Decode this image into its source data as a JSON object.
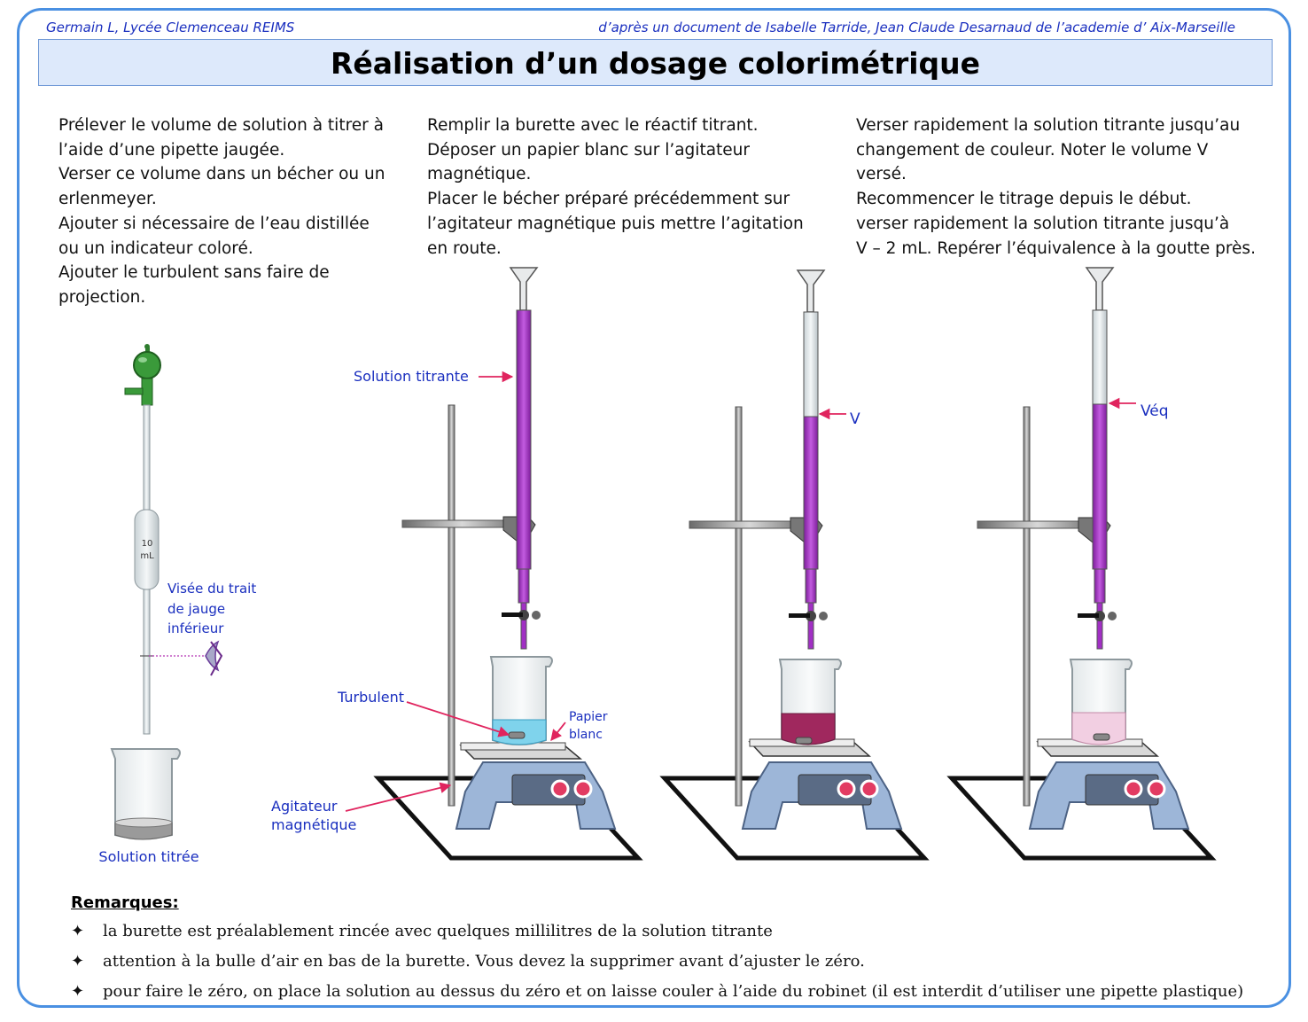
{
  "header": {
    "left": "Germain L, Lycée Clemenceau REIMS",
    "right": "d’après un document de Isabelle Tarride, Jean Claude Desarnaud de l’academie d’ Aix-Marseille",
    "title": "Réalisation d’un dosage colorimétrique"
  },
  "steps": [
    {
      "lines": [
        "Prélever le volume de solution à titrer à",
        "l’aide d’une pipette jaugée.",
        "Verser ce volume dans un bécher ou un",
        "erlenmeyer.",
        "Ajouter si nécessaire de l’eau distillée",
        "ou un indicateur coloré.",
        "Ajouter le turbulent sans faire de",
        "projection."
      ]
    },
    {
      "lines": [
        "Remplir la burette avec le réactif titrant.",
        "Déposer un papier blanc sur l’agitateur",
        "magnétique.",
        "Placer le bécher préparé précédemment sur",
        "l’agitateur magnétique puis mettre l’agitation",
        "en route."
      ]
    },
    {
      "lines": [
        "Verser rapidement la solution titrante jusqu’au",
        "changement de couleur. Noter le volume V",
        "versé.",
        "Recommencer le titrage depuis le début.",
        "verser rapidement la solution titrante jusqu’à",
        "V – 2 mL. Repérer l’équivalence à la goutte près."
      ]
    }
  ],
  "labels": {
    "pipette_volume_1": "10",
    "pipette_volume_2": "mL",
    "visee_1": "Visée du trait",
    "visee_2": "de jauge",
    "visee_3": "inférieur",
    "solution_titree": "Solution titrée",
    "solution_titrante": "Solution titrante",
    "turbulent": "Turbulent",
    "papier_1": "Papier",
    "papier_2": "blanc",
    "agitateur_1": "Agitateur",
    "agitateur_2": "magnétique",
    "v": "V",
    "veq": "Véq"
  },
  "remarks": {
    "title": "Remarques",
    "colon": ":",
    "bullet": "✦",
    "items": [
      "la burette est préalablement rincée avec quelques millilitres de la solution titrante",
      "attention à la bulle d’air  en bas de la burette.  Vous devez la supprimer avant d’ajuster le zéro.",
      "pour faire le zéro, on place la solution au dessus du zéro et on laisse couler à l’aide du robinet (il est interdit d’utiliser une pipette plastique)"
    ]
  },
  "colors": {
    "frame": "#4a90e2",
    "title_bg": "#dde9fb",
    "label_blue": "#1a2fbf",
    "titrant": "#a12fc4",
    "arrow": "#e0245e",
    "pipette_bulb": "#3a9a3a",
    "stirrer": "#9db6d8",
    "solution_initial": "#7fd3ec",
    "solution_after": "#a0285e",
    "solution_equivalence": "#f2cfe2"
  }
}
